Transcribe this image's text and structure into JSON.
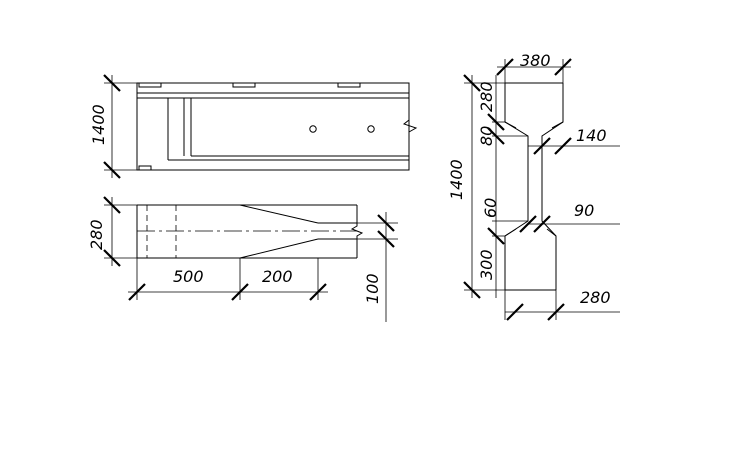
{
  "front_view": {
    "height_dim": "1400"
  },
  "plan_view": {
    "width_dim": "280",
    "length_dim_1": "500",
    "length_dim_2": "200",
    "end_dim": "100"
  },
  "section_view": {
    "top_width": "380",
    "top_height": "280",
    "upper_haunch": "80",
    "upper_thickness": "140",
    "total_height": "1400",
    "lower_haunch": "60",
    "lower_thickness": "90",
    "bottom_height": "300",
    "bottom_width": "280"
  }
}
